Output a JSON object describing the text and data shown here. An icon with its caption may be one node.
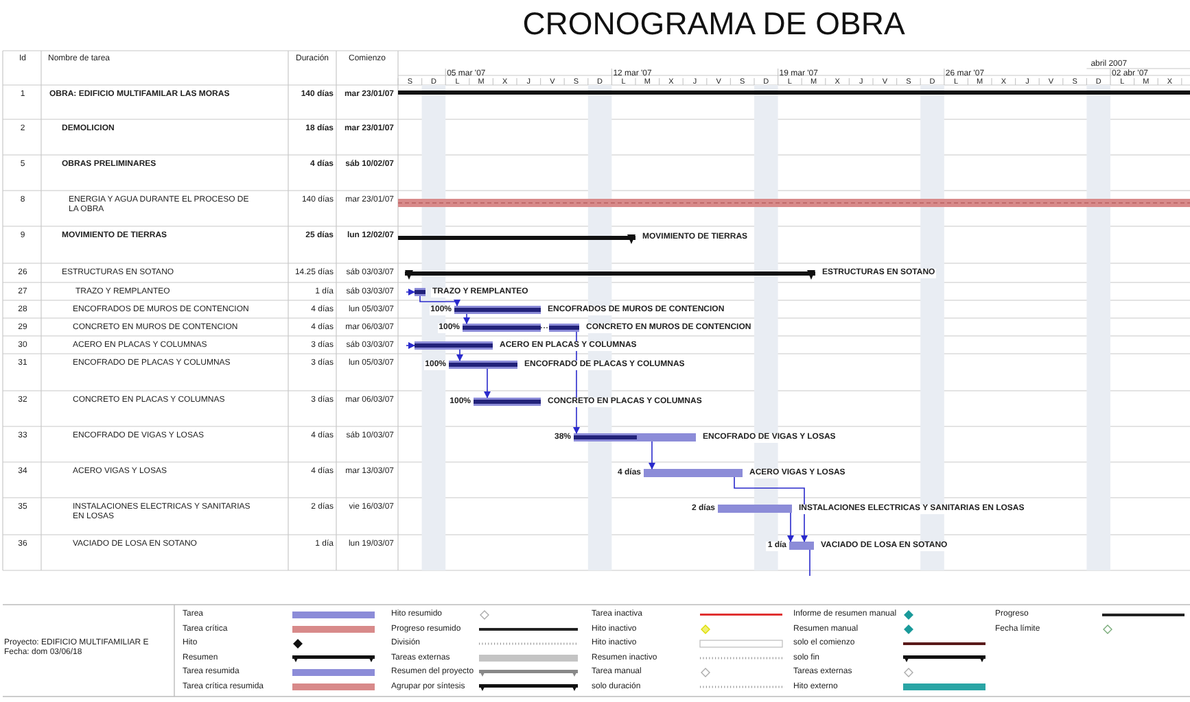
{
  "diagram": {
    "title": "CRONOGRAMA DE OBRA",
    "nodes": [
      {
        "text": [],
        "shape": "bar"
      },
      {
        "text": [],
        "shape": "bar"
      },
      {
        "text": [],
        "shape": "bar",
        "beside": [
          "MOVIMIENTO DE TIERRAS"
        ]
      },
      {
        "text": [],
        "shape": "bar",
        "beside": [
          "ESTRUCTURAS EN SOTANO"
        ]
      },
      {
        "text": [],
        "shape": "bar",
        "beside": [
          "TRAZO Y REMPLANTEO"
        ]
      },
      {
        "text": [],
        "shape": "bar",
        "beside": [
          "100%",
          "ENCOFRADOS DE MUROS DE CONTENCION"
        ]
      },
      {
        "text": [],
        "shape": "bar",
        "beside": [
          "100%",
          "CONCRETO EN MUROS DE CONTENCION"
        ]
      },
      {
        "text": [],
        "shape": "bar",
        "beside": [
          "ACERO EN PLACAS Y COLUMNAS"
        ]
      },
      {
        "text": [],
        "shape": "bar",
        "beside": [
          "100%",
          "ENCOFRADO DE PLACAS Y COLUMNAS"
        ]
      },
      {
        "text": [],
        "shape": "bar",
        "beside": [
          "100%",
          "CONCRETO EN PLACAS Y COLUMNAS"
        ]
      },
      {
        "text": [],
        "shape": "bar",
        "beside": [
          "38%",
          "ENCOFRADO DE VIGAS Y LOSAS"
        ]
      },
      {
        "text": [],
        "shape": "bar",
        "beside": [
          "4 días",
          "ACERO VIGAS Y LOSAS"
        ]
      },
      {
        "text": [],
        "shape": "bar",
        "beside": [
          "2 días",
          "INSTALACIONES ELECTRICAS Y SANITARIAS EN LOSAS"
        ]
      },
      {
        "text": [],
        "shape": "bar",
        "beside": [
          "1 día",
          "VACIADO DE LOSA EN SOTANO"
        ]
      }
    ],
    "edges": [
      {
        "from": null,
        "to": 4,
        "arrow": "to"
      },
      {
        "from": 4,
        "to": 5,
        "arrow": "to"
      },
      {
        "from": 5,
        "to": 6,
        "arrow": "to"
      },
      {
        "from": null,
        "to": 7,
        "arrow": "to"
      },
      {
        "from": 7,
        "to": 8,
        "arrow": "to"
      },
      {
        "from": 8,
        "to": 9,
        "arrow": "to"
      },
      {
        "from": 6,
        "to": 10,
        "arrow": "to"
      },
      {
        "from": 10,
        "to": 11,
        "arrow": "to"
      },
      {
        "from": 11,
        "to": 13,
        "arrow": "to"
      },
      {
        "from": 12,
        "to": 13,
        "arrow": "to"
      },
      {
        "from": 13,
        "to": null,
        "arrow": "none"
      }
    ],
    "labels": [
      "Id",
      "Nombre de tarea",
      "Duración",
      "Comienzo",
      "1",
      "OBRA: EDIFICIO MULTIFAMILAR LAS MORAS",
      "140 días",
      "mar 23/01/07",
      "2",
      "DEMOLICION",
      "18 días",
      "mar 23/01/07",
      "5",
      "OBRAS PRELIMINARES",
      "4 días",
      "sáb 10/02/07",
      "8",
      "ENERGIA Y AGUA DURANTE EL PROCESO DE LA OBRA",
      "140 días",
      "mar 23/01/07",
      "9",
      "MOVIMIENTO DE TIERRAS",
      "25 días",
      "lun 12/02/07",
      "26",
      "ESTRUCTURAS EN SOTANO",
      "14.25 días",
      "sáb 03/03/07",
      "27",
      "TRAZO Y REMPLANTEO",
      "1 día",
      "sáb 03/03/07",
      "28",
      "ENCOFRADOS DE MUROS DE CONTENCION",
      "4 días",
      "lun 05/03/07",
      "29",
      "CONCRETO EN MUROS DE CONTENCION",
      "4 días",
      "mar 06/03/07",
      "30",
      "ACERO EN PLACAS Y COLUMNAS",
      "3 días",
      "sáb 03/03/07",
      "31",
      "ENCOFRADO DE PLACAS Y COLUMNAS",
      "3 días",
      "lun 05/03/07",
      "32",
      "CONCRETO EN PLACAS Y COLUMNAS",
      "3 días",
      "mar 06/03/07",
      "33",
      "ENCOFRADO DE VIGAS Y LOSAS",
      "4 días",
      "sáb 10/03/07",
      "34",
      "ACERO VIGAS Y LOSAS",
      "4 días",
      "mar 13/03/07",
      "35",
      "INSTALACIONES ELECTRICAS Y SANITARIAS EN LOSAS",
      "2 días",
      "vie 16/03/07",
      "36",
      "VACIADO DE LOSA EN SOTANO",
      "1 día",
      "lun 19/03/07",
      "abril 2007",
      "05 mar '07",
      "12 mar '07",
      "19 mar '07",
      "26 mar '07",
      "02 abr '07",
      "S",
      "D",
      "L",
      "M",
      "X",
      "J",
      "V",
      "S",
      "D",
      "L",
      "M",
      "X",
      "J",
      "V",
      "S",
      "D",
      "L",
      "M",
      "X",
      "J",
      "V",
      "S",
      "D",
      "L",
      "M",
      "X",
      "J",
      "V",
      "S",
      "D",
      "L",
      "M",
      "X",
      "Proyecto: EDIFICIO MULTIFAMILIAR E",
      "Fecha: dom 03/06/18"
    ],
    "legend": [
      {
        "text": "Tarea",
        "color": "#8c8cd8"
      },
      {
        "text": "Tarea crítica",
        "color": "#d88a8a"
      },
      {
        "text": "Hito"
      },
      {
        "text": "Resumen"
      },
      {
        "text": "Tarea resumida",
        "color": "#8c8cd8"
      },
      {
        "text": "Tarea crítica resumida",
        "color": "#d88a8a"
      },
      {
        "text": "Hito resumido"
      },
      {
        "text": "Progreso resumido"
      },
      {
        "text": "División"
      },
      {
        "text": "Tareas externas",
        "color": "#c4c4c4"
      },
      {
        "text": "Resumen del proyecto"
      },
      {
        "text": "Agrupar por síntesis"
      },
      {
        "text": "Tarea inactiva"
      },
      {
        "text": "Hito inactivo"
      },
      {
        "text": "Hito inactivo"
      },
      {
        "text": "Resumen inactivo"
      },
      {
        "text": "Tarea manual"
      },
      {
        "text": "solo duración"
      },
      {
        "text": "Informe de resumen manual"
      },
      {
        "text": "Resumen manual"
      },
      {
        "text": "solo el comienzo"
      },
      {
        "text": "solo fin"
      },
      {
        "text": "Tareas externas"
      },
      {
        "text": "Hito externo",
        "color": "#2aa5a5"
      },
      {
        "text": "Progreso"
      },
      {
        "text": "Fecha límite"
      }
    ]
  }
}
